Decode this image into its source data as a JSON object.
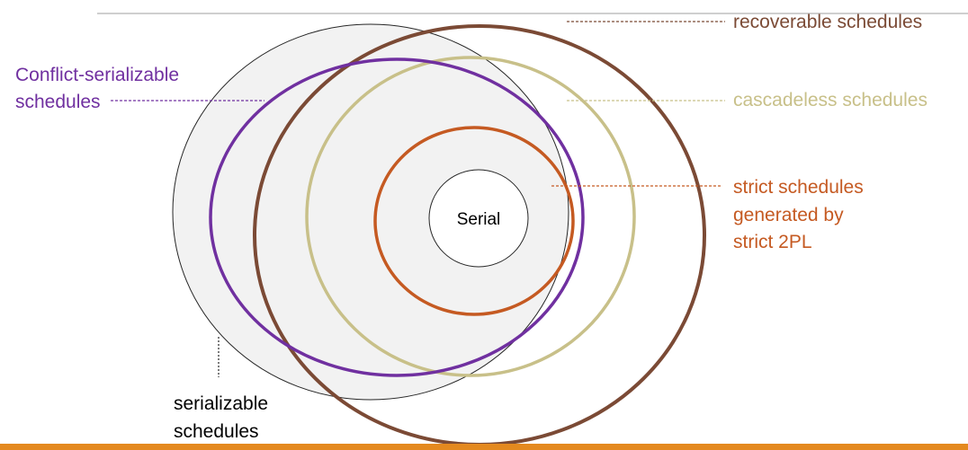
{
  "colors": {
    "background": "#ffffff",
    "serializable_fill": "#f2f2f2",
    "serializable_stroke": "#262626",
    "recoverable": "#7b4a35",
    "cascadeless": "#c8c089",
    "strict": "#c55a22",
    "conflict_serializable": "#7030a0",
    "serial_stroke": "#262626",
    "label_dark": "#000000",
    "top_rule": "#bfbfbf",
    "bottom_bar": "#e4891f"
  },
  "labels": {
    "recoverable": "recoverable schedules",
    "cascadeless": "cascadeless schedules",
    "strict_line1": "strict schedules",
    "strict_line2": "generated by",
    "strict_line3": "strict 2PL",
    "conflict_line1": "Conflict-serializable",
    "conflict_line2": "schedules",
    "serializable_line1": "serializable",
    "serializable_line2": "schedules",
    "serial": "Serial"
  }
}
